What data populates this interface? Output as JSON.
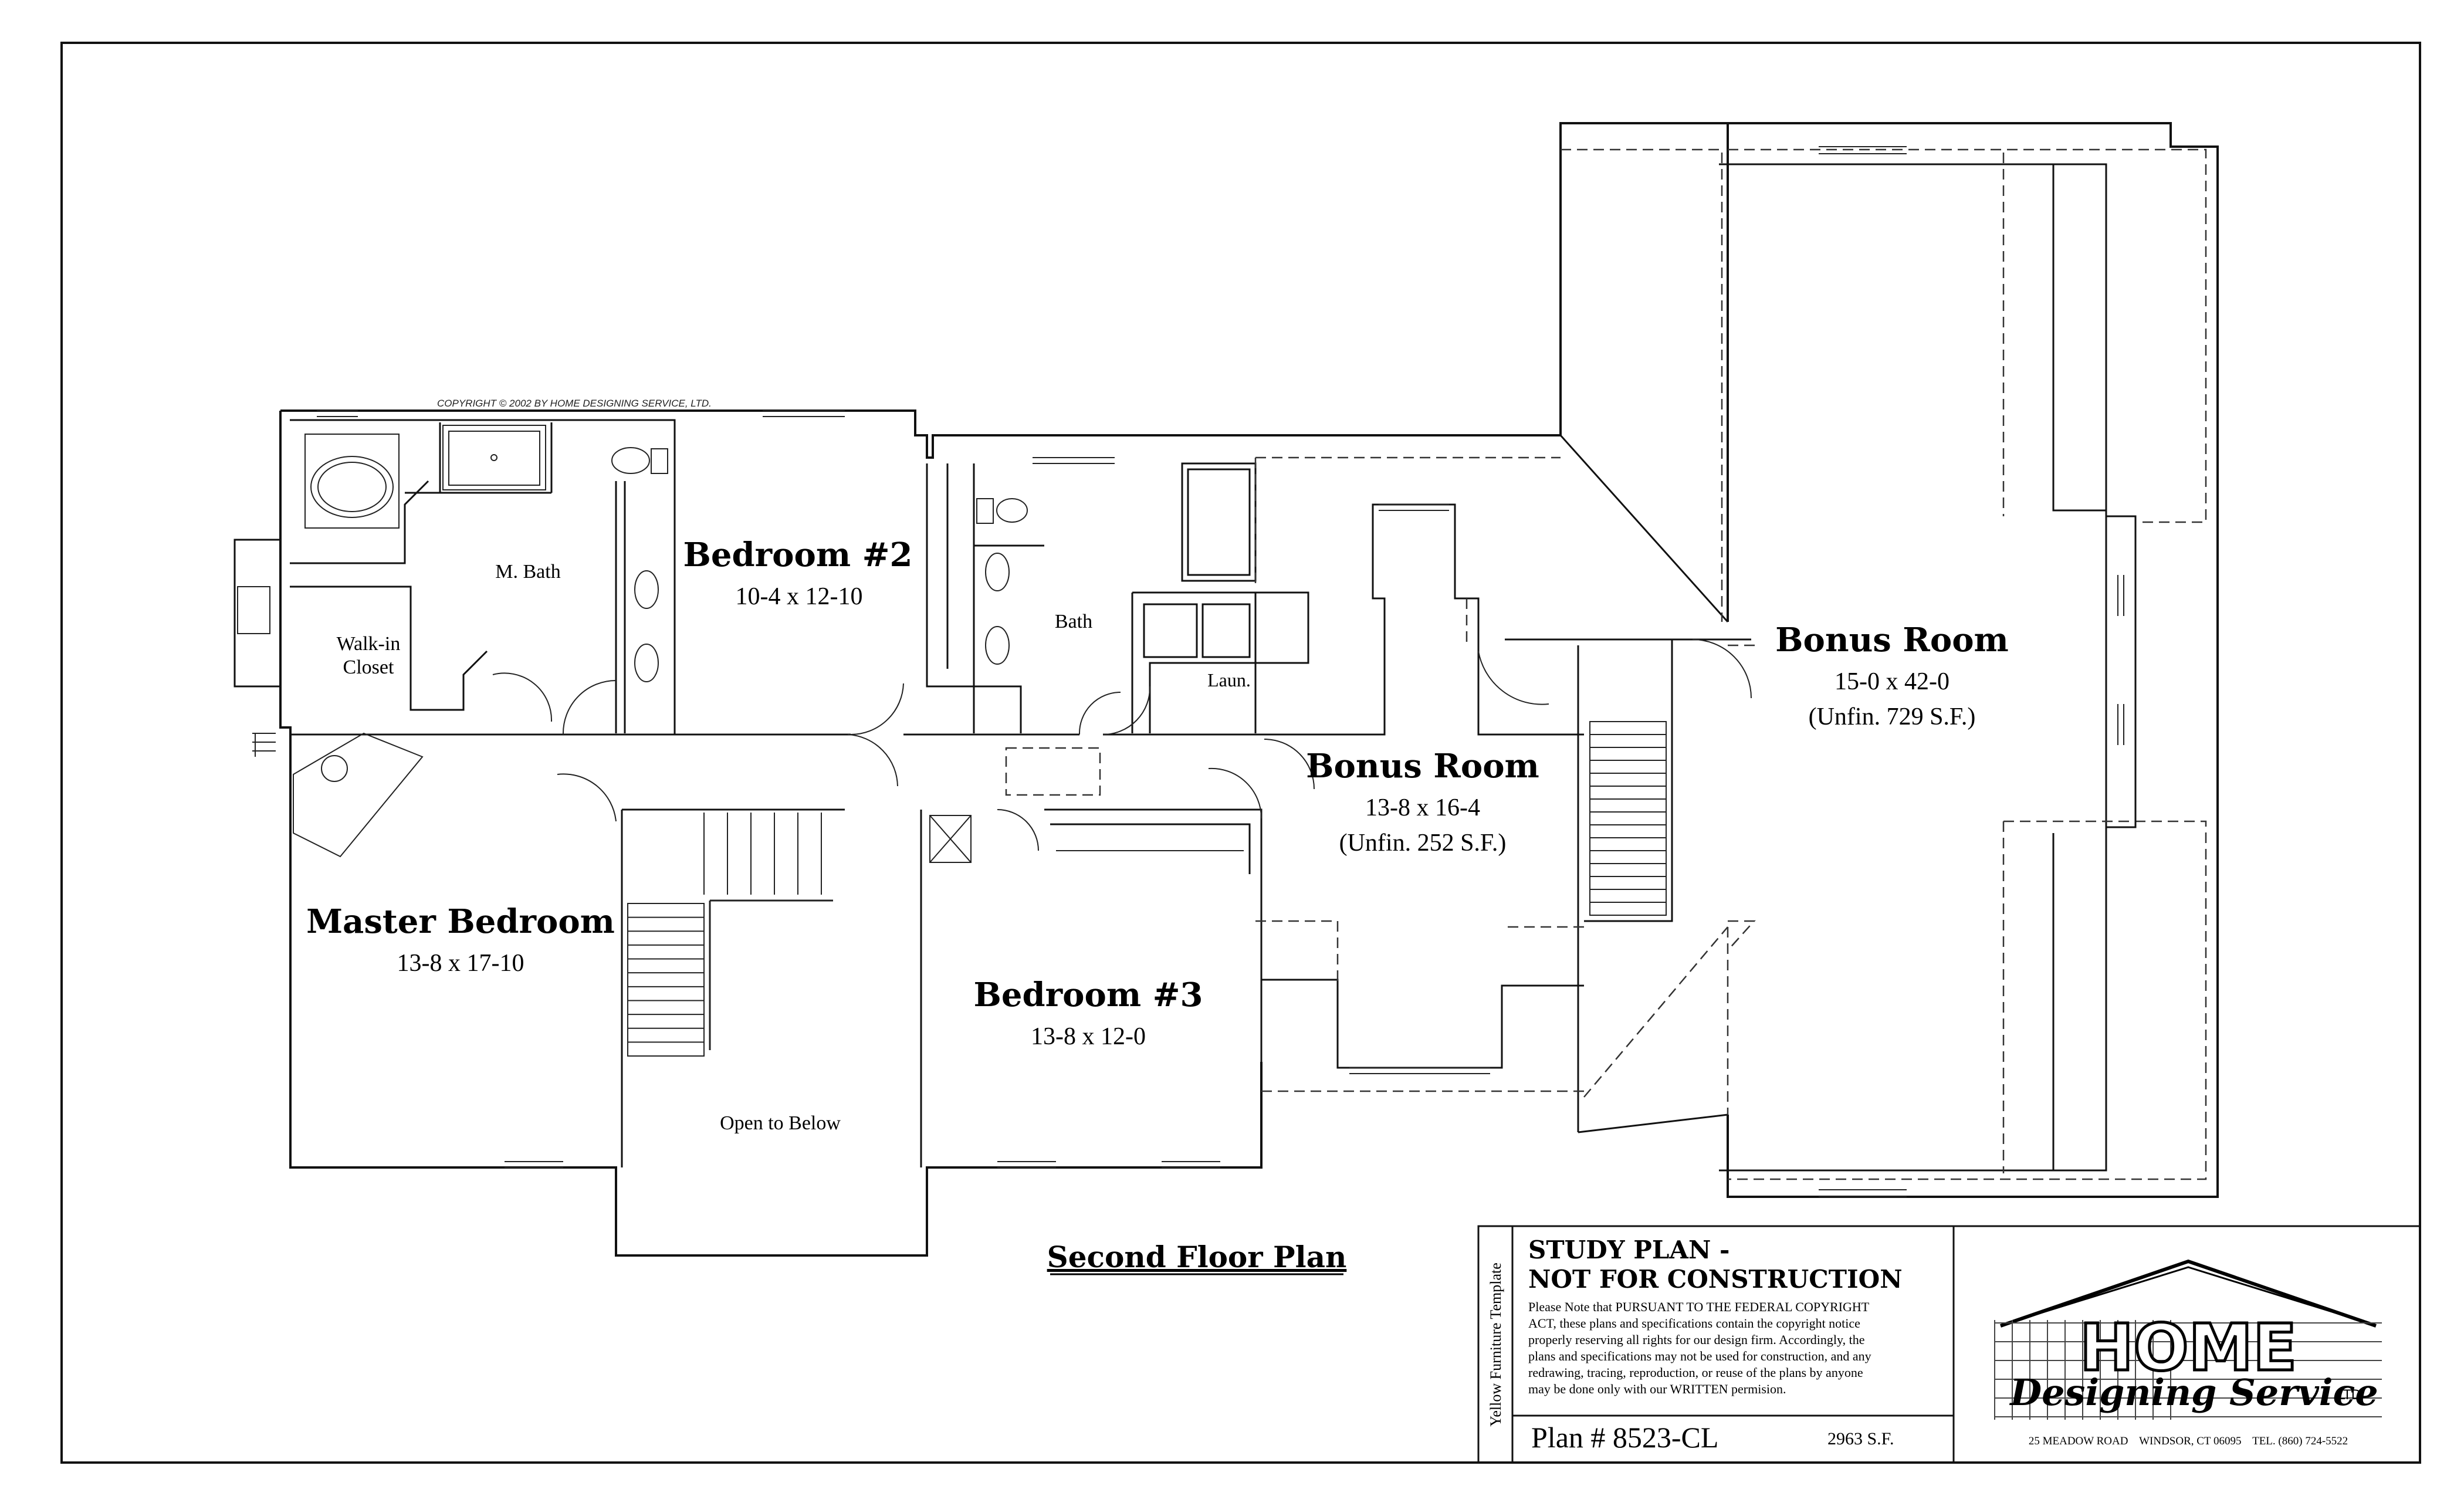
{
  "copyright": "COPYRIGHT © 2002 BY HOME DESIGNING SERVICE, LTD.",
  "rooms": {
    "bedroom2": {
      "name": "Bedroom #2",
      "dims": "10-4 x 12-10"
    },
    "mbath": {
      "name": "M. Bath"
    },
    "walkin": {
      "line1": "Walk-in",
      "line2": "Closet"
    },
    "bath": {
      "name": "Bath"
    },
    "laun": {
      "name": "Laun."
    },
    "bonus_small": {
      "name": "Bonus Room",
      "dims": "13-8 x 16-4",
      "unfin": "(Unfin. 252 S.F.)"
    },
    "bonus_large": {
      "name": "Bonus Room",
      "dims": "15-0 x 42-0",
      "unfin": "(Unfin. 729 S.F.)"
    },
    "master": {
      "name": "Master Bedroom",
      "dims": "13-8 x 17-10"
    },
    "bedroom3": {
      "name": "Bedroom #3",
      "dims": "13-8 x 12-0"
    },
    "open": {
      "name": "Open to Below"
    }
  },
  "plan_title": "Second Floor Plan",
  "title_block": {
    "side_label": "Yellow Furniture Template",
    "study_line1": "STUDY PLAN -",
    "study_line2": "NOT FOR CONSTRUCTION",
    "notice": [
      "Please Note that PURSUANT TO THE FEDERAL COPYRIGHT",
      "ACT, these plans and specifications contain the copyright notice",
      "properly reserving all rights for our design firm. Accordingly, the",
      "plans and specifications may not be used for construction, and any",
      "redrawing, tracing, reproduction, or reuse of the plans by anyone",
      "may be done only with our WRITTEN permision."
    ],
    "plan_number": "Plan # 8523-CL",
    "square_feet": "2963 S.F.",
    "logo_word": "HOME",
    "logo_script": "Designing Service",
    "logo_ltd": "LTD",
    "address": "25 MEADOW ROAD    WINDSOR, CT 06095    TEL. (860) 724-5522"
  }
}
